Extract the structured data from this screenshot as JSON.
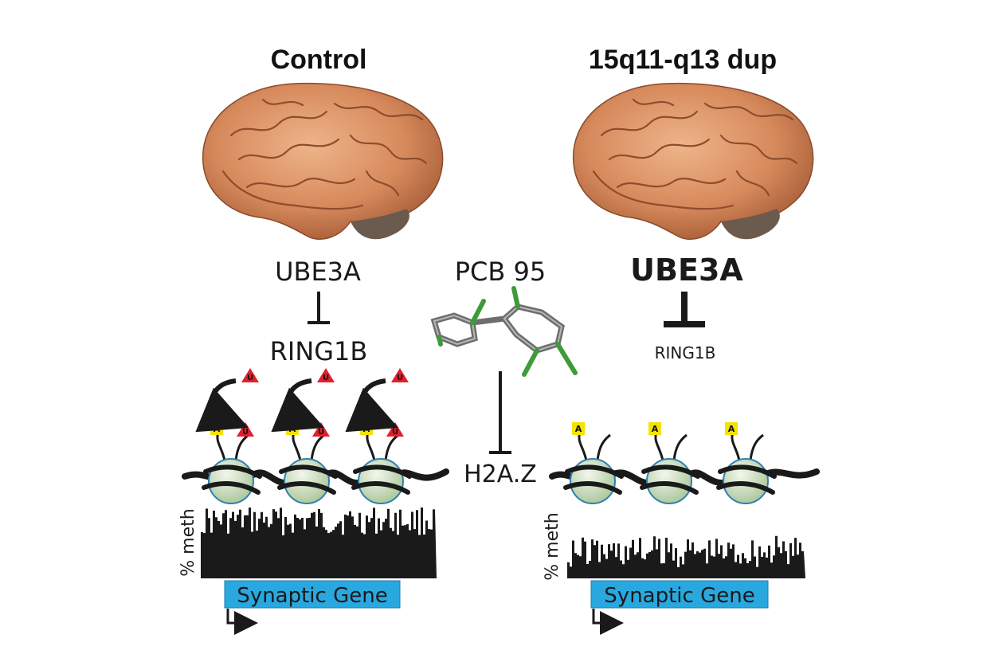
{
  "titles": {
    "control": "Control",
    "dup": "15q11-q13 dup"
  },
  "labels": {
    "ube3a_left": "UBE3A",
    "ring1b_left": "RING1B",
    "pcb": "PCB 95",
    "ube3a_right": "UBE3A",
    "ring1b_right": "RING1B",
    "h2az": "H2A.Z",
    "meth_left": "% meth",
    "meth_right": "% meth",
    "gene_left": "Synaptic Gene",
    "gene_right": "Synaptic Gene",
    "mark_a": "A",
    "mark_u": "U"
  },
  "colors": {
    "gene_box": "#29a8e0",
    "ubiquitin": "#e31e2d",
    "acetyl": "#f4e300",
    "nucleosome_core": "#cfe0c4",
    "brain": "#d78a5c"
  },
  "icons": [
    "brain-icon",
    "pcb95-molecule-icon",
    "nucleosome-icon",
    "transcription-start-arrow-icon"
  ]
}
